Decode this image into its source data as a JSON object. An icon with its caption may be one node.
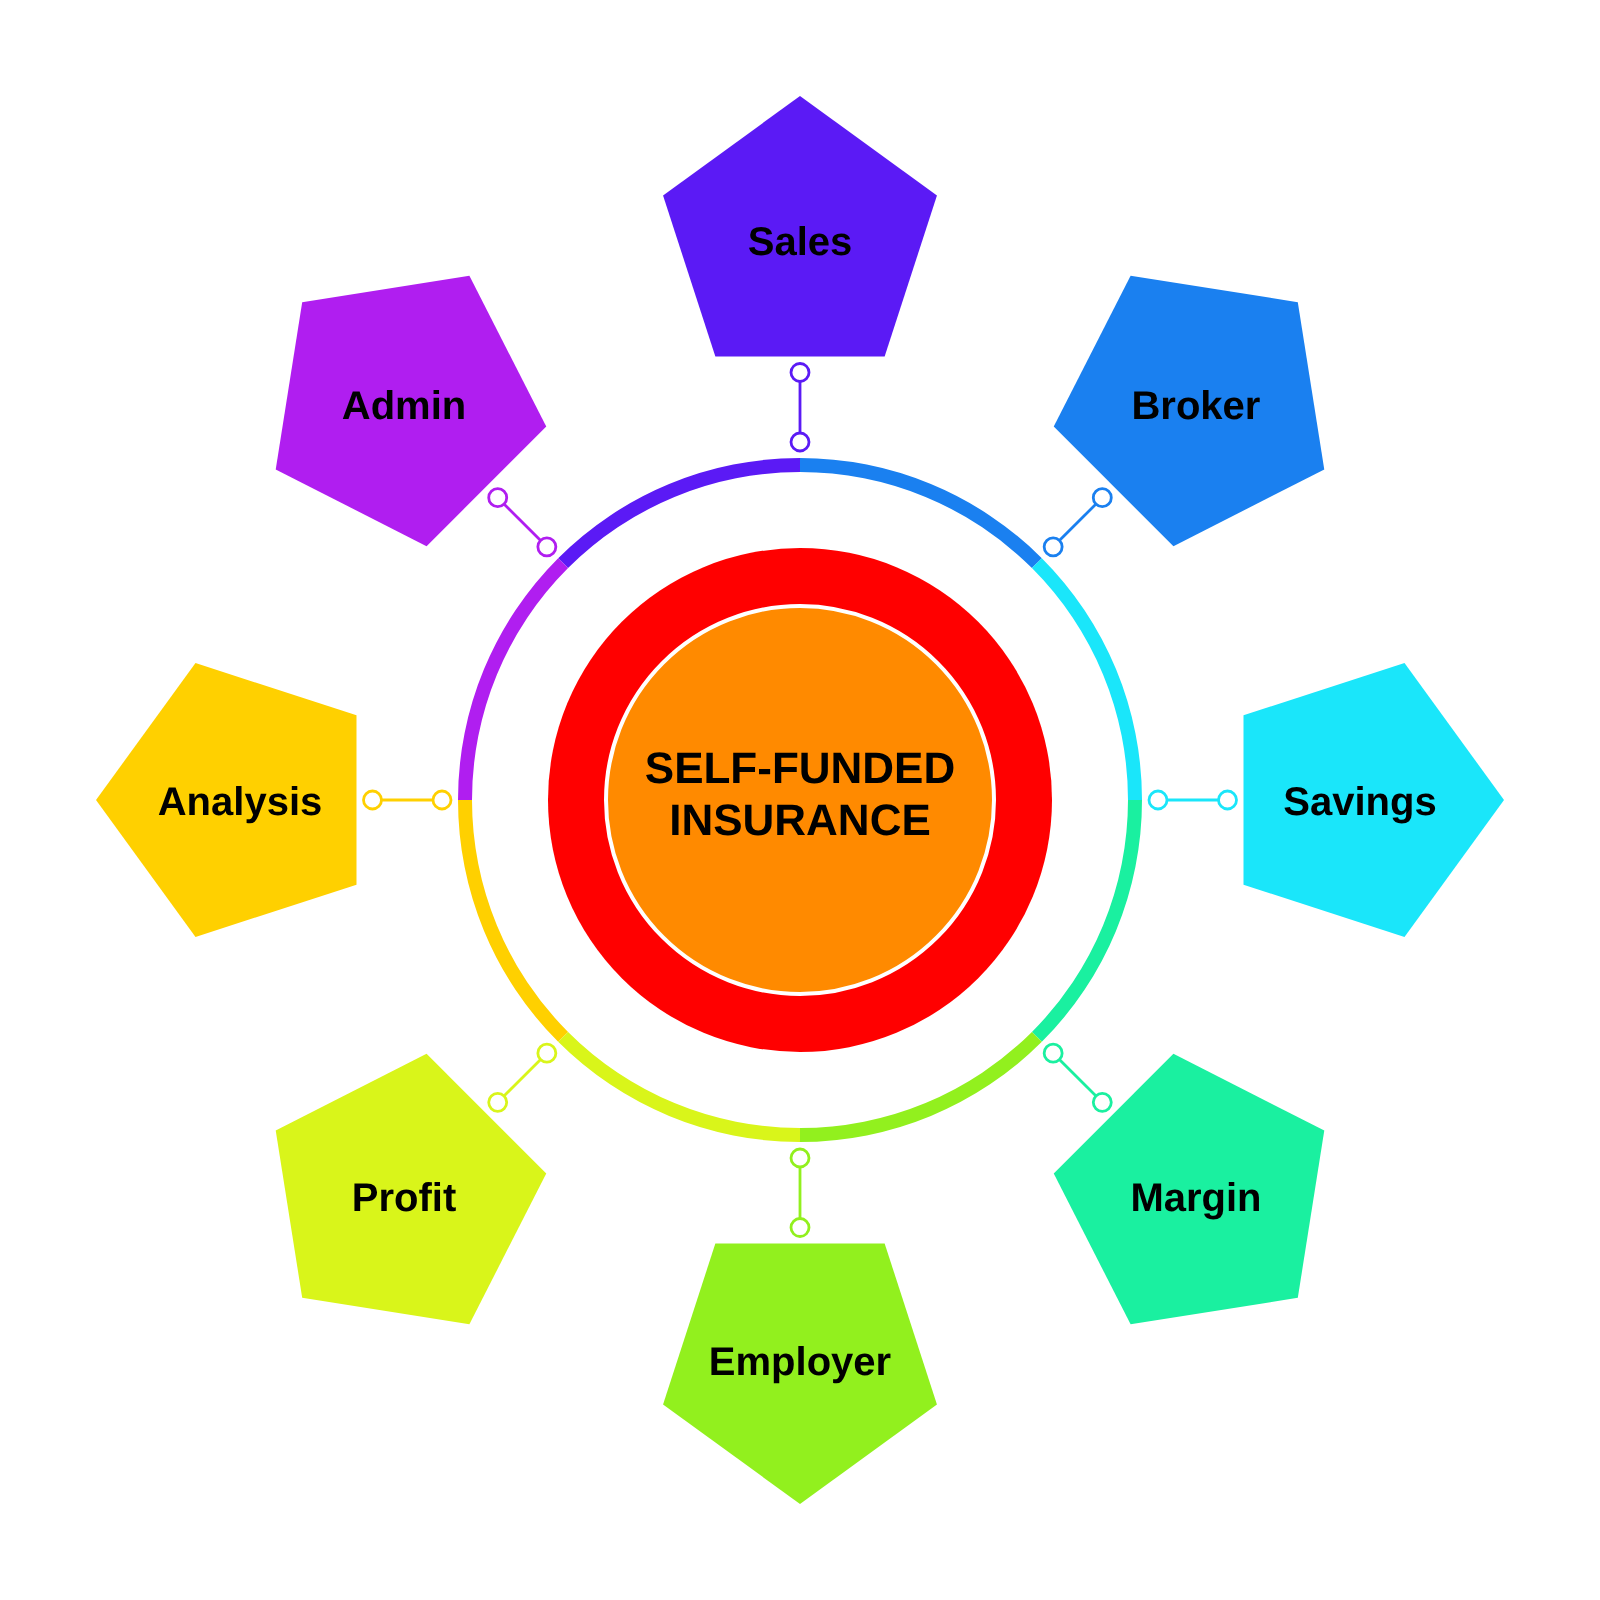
{
  "diagram": {
    "nodes": [
      {
        "text": [
          "SELF-FUNDED INSURANCE"
        ]
      },
      {
        "text": [
          "Sales"
        ]
      },
      {
        "text": [
          "Admin"
        ]
      },
      {
        "text": [
          "Broker"
        ]
      },
      {
        "text": [
          "Analysis"
        ]
      },
      {
        "text": [
          "Savings"
        ]
      },
      {
        "text": [
          "Profit"
        ]
      },
      {
        "text": [
          "Margin"
        ]
      },
      {
        "text": [
          "Employer"
        ]
      }
    ],
    "edges": [
      {
        "from": 1,
        "to": 0,
        "arrow": "other",
        "color": "#5b1af5"
      },
      {
        "from": 2,
        "to": 0,
        "arrow": "other",
        "color": "#b01ef0"
      },
      {
        "from": 3,
        "to": 0,
        "arrow": "other",
        "color": "#1a80f0"
      },
      {
        "from": 4,
        "to": 0,
        "arrow": "other",
        "color": "#ffd000"
      },
      {
        "from": 5,
        "to": 0,
        "arrow": "other",
        "color": "#1ae6fa"
      },
      {
        "from": 6,
        "to": 0,
        "arrow": "other",
        "color": "#d9f51a"
      },
      {
        "from": 7,
        "to": 0,
        "arrow": "other",
        "color": "#1af0a0"
      },
      {
        "from": 8,
        "to": 0,
        "arrow": "other",
        "color": "#92f01e"
      }
    ]
  }
}
